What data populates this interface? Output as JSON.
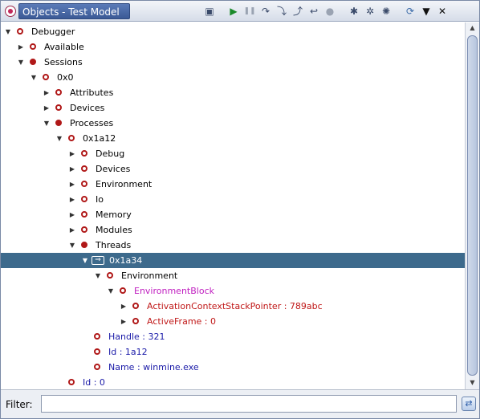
{
  "window": {
    "title": "Objects - Test Model"
  },
  "toolbar": {
    "buttons": [
      {
        "name": "console-icon",
        "glyph": "▣"
      },
      {
        "name": "run-icon",
        "glyph": "▶"
      },
      {
        "name": "pause-icon",
        "glyph": "❚❚"
      },
      {
        "name": "step-over-icon",
        "glyph": "↷"
      },
      {
        "name": "step-into-icon",
        "glyph": "⤵"
      },
      {
        "name": "step-out-icon",
        "glyph": "⤴"
      },
      {
        "name": "step-return-icon",
        "glyph": "↩"
      },
      {
        "name": "stop-icon",
        "glyph": "●"
      },
      {
        "name": "debug-bug-icon",
        "glyph": "✱"
      },
      {
        "name": "gear-plus-icon",
        "glyph": "✲"
      },
      {
        "name": "gear-settings-icon",
        "glyph": "✺"
      },
      {
        "name": "refresh-icon",
        "glyph": "⟳"
      },
      {
        "name": "menu-dropdown-icon",
        "glyph": "▼"
      },
      {
        "name": "close-icon",
        "glyph": "✕"
      }
    ]
  },
  "tree": [
    {
      "label": "Debugger",
      "depth": 0,
      "toggle": "down",
      "icon": "hollow",
      "style": "plain"
    },
    {
      "label": "Available",
      "depth": 1,
      "toggle": "right",
      "icon": "hollow",
      "style": "plain"
    },
    {
      "label": "Sessions",
      "depth": 1,
      "toggle": "down",
      "icon": "filled",
      "style": "plain"
    },
    {
      "label": "0x0",
      "depth": 2,
      "toggle": "down",
      "icon": "hollow",
      "style": "plain"
    },
    {
      "label": "Attributes",
      "depth": 3,
      "toggle": "right",
      "icon": "hollow",
      "style": "plain"
    },
    {
      "label": "Devices",
      "depth": 3,
      "toggle": "right",
      "icon": "hollow",
      "style": "plain"
    },
    {
      "label": "Processes",
      "depth": 3,
      "toggle": "down",
      "icon": "filled",
      "style": "plain"
    },
    {
      "label": "0x1a12",
      "depth": 4,
      "toggle": "down",
      "icon": "hollow",
      "style": "plain"
    },
    {
      "label": "Debug",
      "depth": 5,
      "toggle": "right",
      "icon": "hollow",
      "style": "plain"
    },
    {
      "label": "Devices",
      "depth": 5,
      "toggle": "right",
      "icon": "hollow",
      "style": "plain"
    },
    {
      "label": "Environment",
      "depth": 5,
      "toggle": "right",
      "icon": "hollow",
      "style": "plain"
    },
    {
      "label": "Io",
      "depth": 5,
      "toggle": "right",
      "icon": "hollow",
      "style": "plain"
    },
    {
      "label": "Memory",
      "depth": 5,
      "toggle": "right",
      "icon": "hollow",
      "style": "plain"
    },
    {
      "label": "Modules",
      "depth": 5,
      "toggle": "right",
      "icon": "hollow",
      "style": "plain"
    },
    {
      "label": "Threads",
      "depth": 5,
      "toggle": "down",
      "icon": "filled",
      "style": "plain"
    },
    {
      "label": "0x1a34",
      "depth": 6,
      "toggle": "down",
      "icon": "arrow",
      "style": "plain",
      "selected": true
    },
    {
      "label": "Environment",
      "depth": 7,
      "toggle": "down",
      "icon": "hollow",
      "style": "plain"
    },
    {
      "label": "EnvironmentBlock",
      "depth": 8,
      "toggle": "down",
      "icon": "hollow",
      "style": "magenta"
    },
    {
      "label": "ActivationContextStackPointer : 789abc",
      "depth": 9,
      "toggle": "right",
      "icon": "hollow",
      "style": "attr"
    },
    {
      "label": "ActiveFrame : 0",
      "depth": 9,
      "toggle": "right",
      "icon": "hollow",
      "style": "attr"
    },
    {
      "label": "Handle : 321",
      "depth": 6,
      "toggle": "none",
      "icon": "hollow",
      "style": "val"
    },
    {
      "label": "Id : 1a12",
      "depth": 6,
      "toggle": "none",
      "icon": "hollow",
      "style": "val"
    },
    {
      "label": "Name : winmine.exe",
      "depth": 6,
      "toggle": "none",
      "icon": "hollow",
      "style": "val"
    },
    {
      "label": "Id : 0",
      "depth": 4,
      "toggle": "none",
      "icon": "hollow",
      "style": "val"
    }
  ],
  "filter": {
    "label": "Filter:",
    "value": "",
    "placeholder": "",
    "button_glyph": "⇄"
  }
}
